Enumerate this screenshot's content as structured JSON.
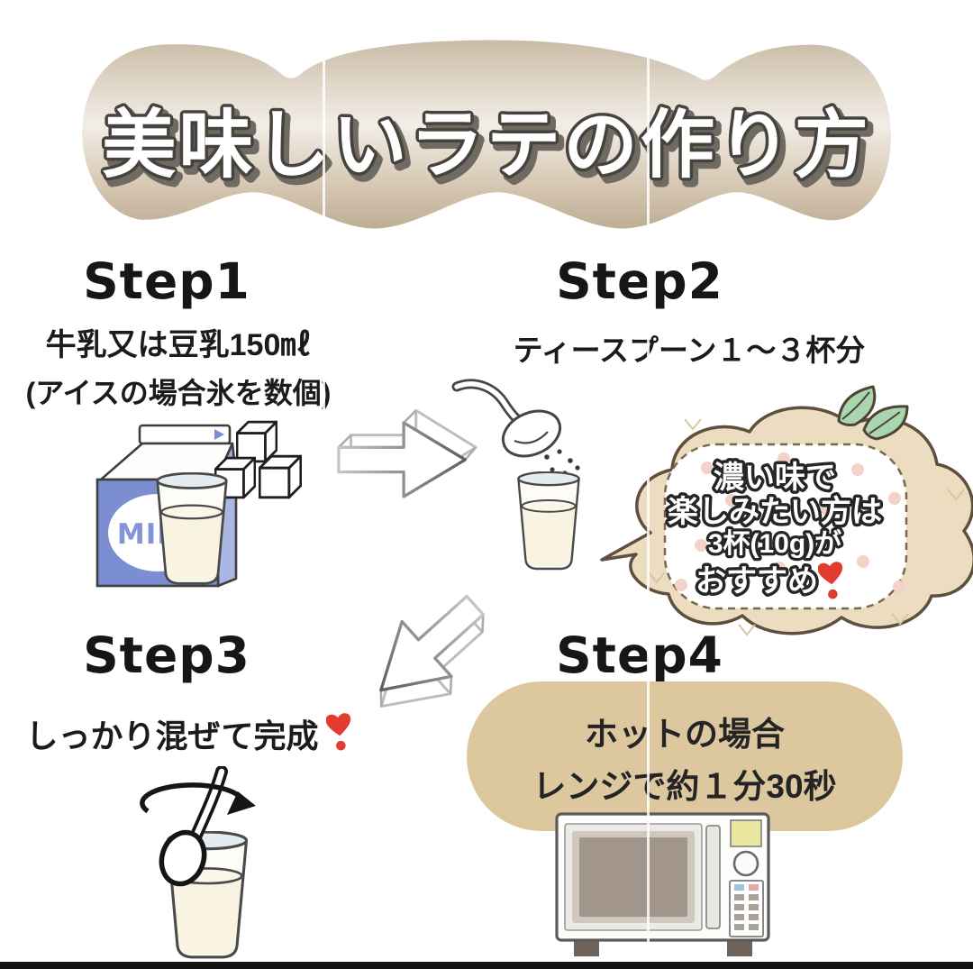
{
  "title": "美味しいラテの作り方",
  "steps": [
    {
      "heading": "Step1",
      "lines": [
        "牛乳又は豆乳150㎖",
        "(アイスの場合氷を数個)"
      ]
    },
    {
      "heading": "Step2",
      "lines": [
        "ティースプーン１〜３杯分"
      ]
    },
    {
      "heading": "Step3",
      "lines": [
        "しっかり混ぜて完成"
      ]
    },
    {
      "heading": "Step4",
      "lines": [
        "ホットの場合",
        "レンジで約１分30秒"
      ]
    }
  ],
  "bubble": {
    "lines": [
      "濃い味で",
      "楽しみたい方は",
      "3杯(10g)が",
      "おすすめ"
    ],
    "suffix_icon": "heart-exclamation"
  },
  "step3_suffix_icon": "heart-exclamation",
  "milk": {
    "label": "MILK"
  },
  "colors": {
    "banner_tan_dark": "#bfae95",
    "banner_tan_light": "#f2ede6",
    "pill": "#dcc79f",
    "bubble_fill": "#ecddc1",
    "bubble_outline": "#5f4f3e",
    "leaf_green": "#a9d6ae",
    "carton_blue": "#7b8ed2",
    "heart_red": "#e23b30",
    "display_yellow": "#eae7a0",
    "text_black": "#1b1b1b"
  }
}
